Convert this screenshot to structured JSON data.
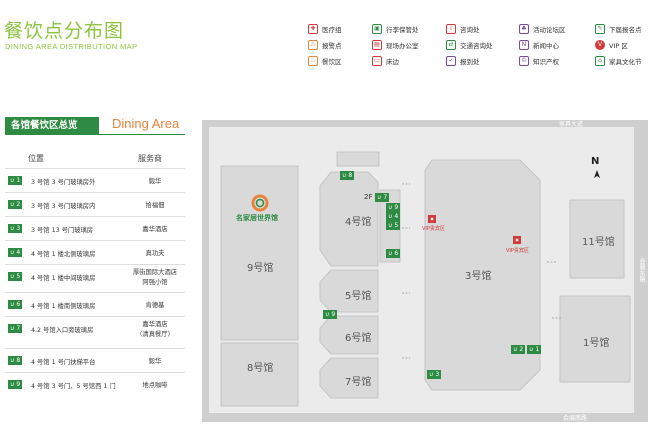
{
  "header": {
    "title": "餐饮点分布图",
    "subtitle": "DINING AREA DISTRIBUTION MAP"
  },
  "legend": [
    {
      "label": "医疗组",
      "icon": "medical-icon",
      "color": "#d23b3b",
      "glyph": "✚"
    },
    {
      "label": "行李保管处",
      "icon": "luggage-icon",
      "color": "#2e8b43",
      "glyph": "▣"
    },
    {
      "label": "咨询处",
      "icon": "info-icon",
      "color": "#d23b3b",
      "glyph": "i"
    },
    {
      "label": "活动论坛区",
      "icon": "forum-icon",
      "color": "#7b4a9e",
      "glyph": "♣"
    },
    {
      "label": "下届报名点",
      "icon": "registration-icon",
      "color": "#2e8b43",
      "glyph": "✎"
    },
    {
      "label": "报警点",
      "icon": "alarm-icon",
      "color": "#e8853d",
      "glyph": "⚠"
    },
    {
      "label": "现场办公室",
      "icon": "office-icon",
      "color": "#d23b3b",
      "glyph": "▤"
    },
    {
      "label": "交通咨询处",
      "icon": "transport-icon",
      "color": "#2e8b43",
      "glyph": "⇄"
    },
    {
      "label": "新闻中心",
      "icon": "news-icon",
      "color": "#7b4a9e",
      "glyph": "N"
    },
    {
      "label": "VIP 区",
      "icon": "vip-icon",
      "color": "#d23b3b",
      "glyph": "V"
    },
    {
      "label": "餐饮区",
      "icon": "dining-icon",
      "color": "#e8853d",
      "glyph": "♨"
    },
    {
      "label": "床边",
      "icon": "bed-icon",
      "color": "#d23b3b",
      "glyph": "▭"
    },
    {
      "label": "报到处",
      "icon": "checkin-icon",
      "color": "#7b4a9e",
      "glyph": "✓"
    },
    {
      "label": "知识产权",
      "icon": "ip-icon",
      "color": "#7b4a9e",
      "glyph": "©"
    },
    {
      "label": "家具文化节",
      "icon": "furniture-icon",
      "color": "#2e8b43",
      "glyph": "⌂"
    }
  ],
  "panel": {
    "heading": "各馆餐饮区总览",
    "heading_en": "Dining Area",
    "col_location": "位置",
    "col_service": "服务商",
    "rows": [
      {
        "num": "1",
        "location": "3 号馆 3 号门玻璃房外",
        "service": [
          "毅华"
        ]
      },
      {
        "num": "2",
        "location": "3 号馆 3 号门玻璃房内",
        "service": [
          "拾福佃"
        ]
      },
      {
        "num": "3",
        "location": "3 号馆 13 号门玻璃房",
        "service": [
          "嘉华酒店"
        ]
      },
      {
        "num": "4",
        "location": "4 号馆 1 楼北侧玻璃房",
        "service": [
          "真功夫"
        ]
      },
      {
        "num": "5",
        "location": "4 号馆 1 楼中间玻璃房",
        "service": [
          "厚街国际大酒店",
          "阿强小馆"
        ]
      },
      {
        "num": "6",
        "location": "4 号馆 1 楼南侧玻璃房",
        "service": [
          "肯德基"
        ]
      },
      {
        "num": "7",
        "location": "4.2 号馆入口旁玻璃房",
        "service": [
          "嘉华酒店",
          "（清真餐厅）"
        ]
      },
      {
        "num": "8",
        "location": "4 号馆 1 号门扶梯平台",
        "service": [
          "毅华"
        ]
      },
      {
        "num": "9",
        "location": "4 号馆 3 号门、5 号馆西 1 门",
        "service": [
          "地点咖啡"
        ]
      }
    ]
  },
  "map": {
    "road_top": "家具大道",
    "road_bottom": "会展南路",
    "road_right": "会展东路",
    "north": "N",
    "floor_label": "2F",
    "logo_text": "名家居世界馆",
    "vip_label": "VIP贵宾区",
    "halls": [
      {
        "id": "hall-9",
        "label": "9号馆"
      },
      {
        "id": "hall-8",
        "label": "8号馆"
      },
      {
        "id": "hall-4",
        "label": "4号馆"
      },
      {
        "id": "hall-5",
        "label": "5号馆"
      },
      {
        "id": "hall-6",
        "label": "6号馆"
      },
      {
        "id": "hall-7",
        "label": "7号馆"
      },
      {
        "id": "hall-3",
        "label": "3号馆"
      },
      {
        "id": "hall-11",
        "label": "11号馆"
      },
      {
        "id": "hall-1",
        "label": "1号馆"
      }
    ],
    "markers": [
      {
        "num": "8"
      },
      {
        "num": "7"
      },
      {
        "num": "9"
      },
      {
        "num": "4"
      },
      {
        "num": "5"
      },
      {
        "num": "6"
      },
      {
        "num": "9"
      },
      {
        "num": "2"
      },
      {
        "num": "1"
      },
      {
        "num": "3"
      }
    ]
  }
}
